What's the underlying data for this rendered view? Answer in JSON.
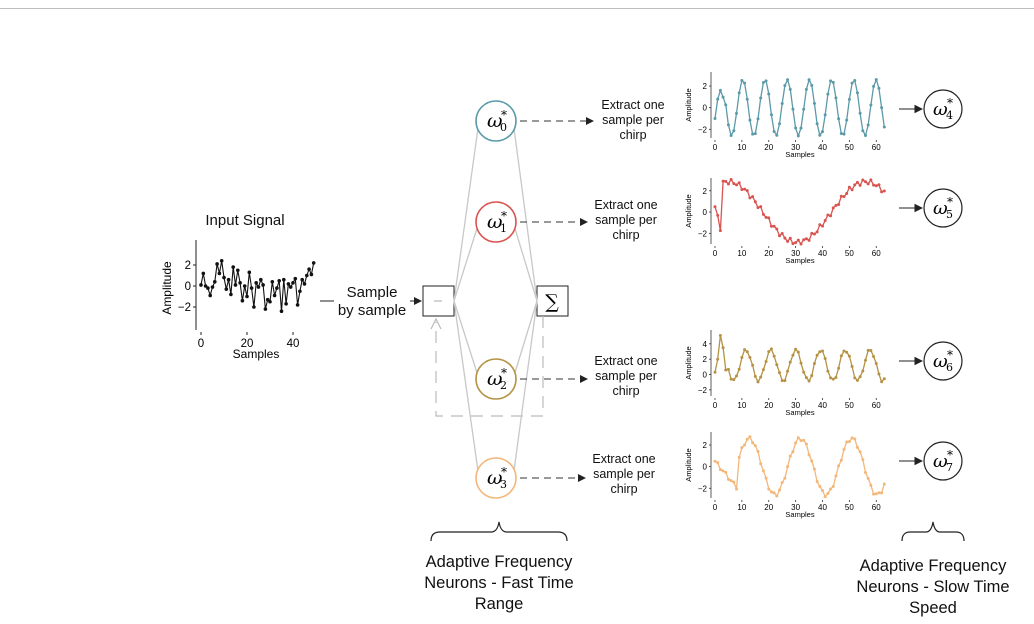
{
  "input": {
    "title": "Input Signal",
    "ylabel": "Amplitude",
    "xlabel": "Samples",
    "yticks": [
      "2",
      "0",
      "−2"
    ],
    "xticks": [
      "0",
      "20",
      "40"
    ]
  },
  "sample_label": [
    "Sample",
    "by sample"
  ],
  "sum_symbol": "∑",
  "fast_neurons": [
    {
      "symbol": "ω",
      "sub": "0",
      "color": "#5b9aa8"
    },
    {
      "symbol": "ω",
      "sub": "1",
      "color": "#d9534f"
    },
    {
      "symbol": "ω",
      "sub": "2",
      "color": "#b59244"
    },
    {
      "symbol": "ω",
      "sub": "3",
      "color": "#f3b77a"
    }
  ],
  "extract_label": [
    "Extract one",
    "sample per",
    "chirp"
  ],
  "chirp_plots": [
    {
      "ylabel": "Amplitude",
      "xlabel": "Samples",
      "yticks": [
        "2",
        "0",
        "−2"
      ],
      "xticks": [
        "0",
        "10",
        "20",
        "30",
        "40",
        "50",
        "60"
      ],
      "color": "#5b9aa8"
    },
    {
      "ylabel": "Amplitude",
      "xlabel": "Samples",
      "yticks": [
        "2",
        "0",
        "−2"
      ],
      "xticks": [
        "0",
        "10",
        "20",
        "30",
        "40",
        "50",
        "60"
      ],
      "color": "#d9534f"
    },
    {
      "ylabel": "Amplitude",
      "xlabel": "Samples",
      "yticks": [
        "4",
        "2",
        "0",
        "−2"
      ],
      "xticks": [
        "0",
        "10",
        "20",
        "30",
        "40",
        "50",
        "60"
      ],
      "color": "#b59244"
    },
    {
      "ylabel": "Amplitude",
      "xlabel": "Samples",
      "yticks": [
        "2",
        "0",
        "−2"
      ],
      "xticks": [
        "0",
        "10",
        "20",
        "30",
        "40",
        "50",
        "60"
      ],
      "color": "#f3b77a"
    }
  ],
  "slow_neurons": [
    {
      "symbol": "ω",
      "sub": "4"
    },
    {
      "symbol": "ω",
      "sub": "5"
    },
    {
      "symbol": "ω",
      "sub": "6"
    },
    {
      "symbol": "ω",
      "sub": "7"
    }
  ],
  "star": "*",
  "fast_caption": [
    "Adaptive Frequency",
    "Neurons - Fast Time",
    "Range"
  ],
  "slow_caption": [
    "Adaptive Frequency",
    "Neurons - Slow Time",
    "Speed"
  ]
}
